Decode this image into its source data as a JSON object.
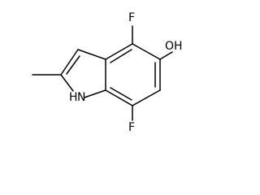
{
  "molecule": {
    "labels": {
      "fluorine_top": "F",
      "hydroxyl": "OH",
      "amine": "H",
      "amine_n": "N",
      "fluorine_bottom": "F"
    }
  }
}
